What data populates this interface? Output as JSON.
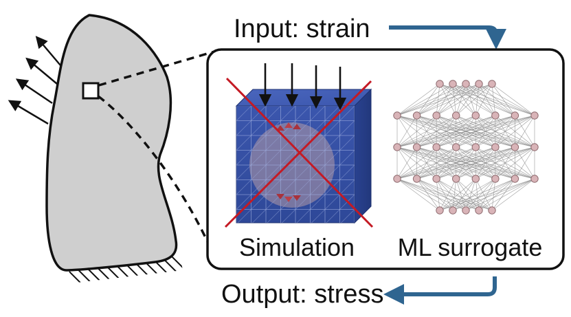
{
  "labels": {
    "input": "Input: strain",
    "output": "Output: stress",
    "simulation": "Simulation",
    "surrogate": "ML surrogate"
  },
  "colors": {
    "body_fill": "#cfcfcf",
    "arrow_blue": "#2f6590",
    "cube_blue": "#3f5bb0",
    "cross_red": "#c41a24",
    "node_fill": "#d9b4b8",
    "node_stroke": "#8d6a6e"
  },
  "network": {
    "layers": [
      5,
      8,
      8,
      8,
      5
    ]
  },
  "icons": {
    "applied_load": "arrows-icon",
    "flow": "curved-arrow-icon",
    "reject": "red-cross-icon"
  }
}
